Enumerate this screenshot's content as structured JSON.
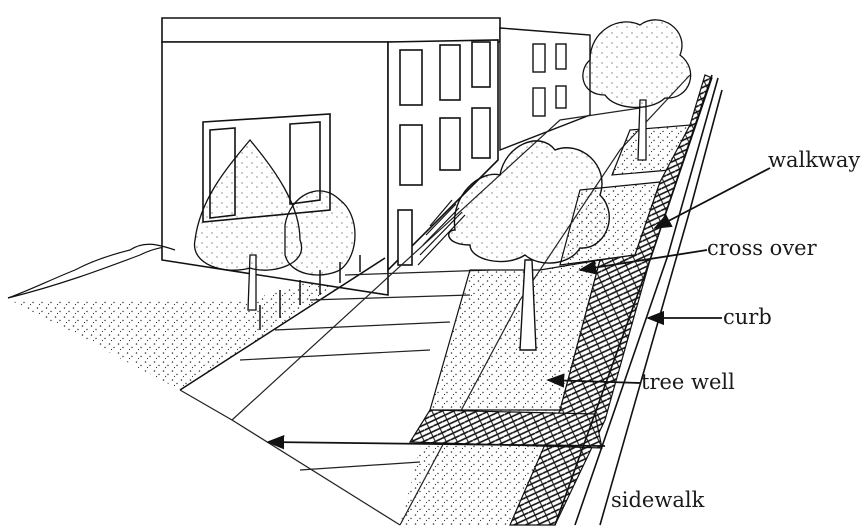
{
  "labels": {
    "walkway": "walkway",
    "cross_over": "cross over",
    "curb": "curb",
    "tree_well": "tree well",
    "sidewalk": "sidewalk"
  },
  "colors": {
    "ink": "#1a1a1a",
    "paper": "#ffffff"
  }
}
